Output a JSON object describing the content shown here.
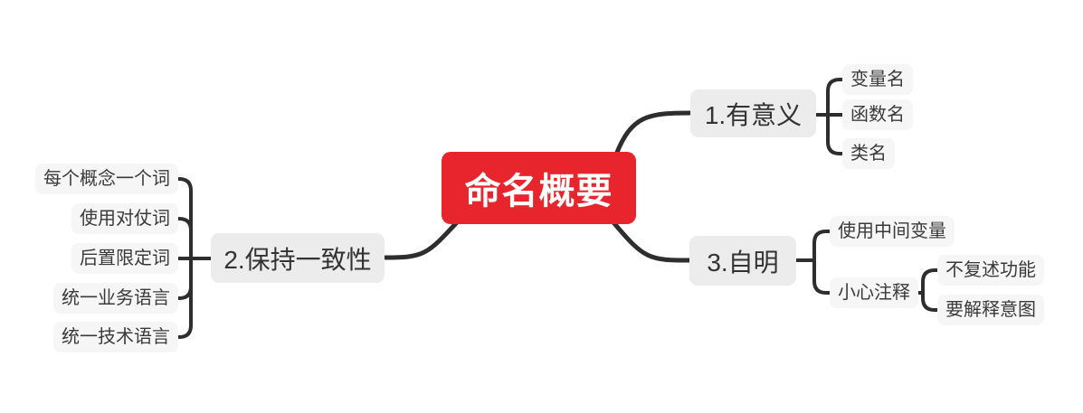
{
  "mindmap": {
    "root": {
      "label": "命名概要"
    },
    "branches": [
      {
        "label": "1.有意义",
        "children": [
          {
            "label": "变量名"
          },
          {
            "label": "函数名"
          },
          {
            "label": "类名"
          }
        ]
      },
      {
        "label": "2.保持一致性",
        "children": [
          {
            "label": "每个概念一个词"
          },
          {
            "label": "使用对仗词"
          },
          {
            "label": "后置限定词"
          },
          {
            "label": "统一业务语言"
          },
          {
            "label": "统一技术语言"
          }
        ]
      },
      {
        "label": "3.自明",
        "children": [
          {
            "label": "使用中间变量"
          },
          {
            "label": "小心注释",
            "children": [
              {
                "label": "不复述功能"
              },
              {
                "label": "要解释意图"
              }
            ]
          }
        ]
      }
    ],
    "colors": {
      "root_bg": "#e8252d",
      "root_text": "#ffffff",
      "branch_bg": "#ececec",
      "leaf_bg": "#f6f6f6",
      "text": "#3a3a3a",
      "line": "#2e2e2e",
      "canvas_bg": "#ffffff"
    }
  }
}
